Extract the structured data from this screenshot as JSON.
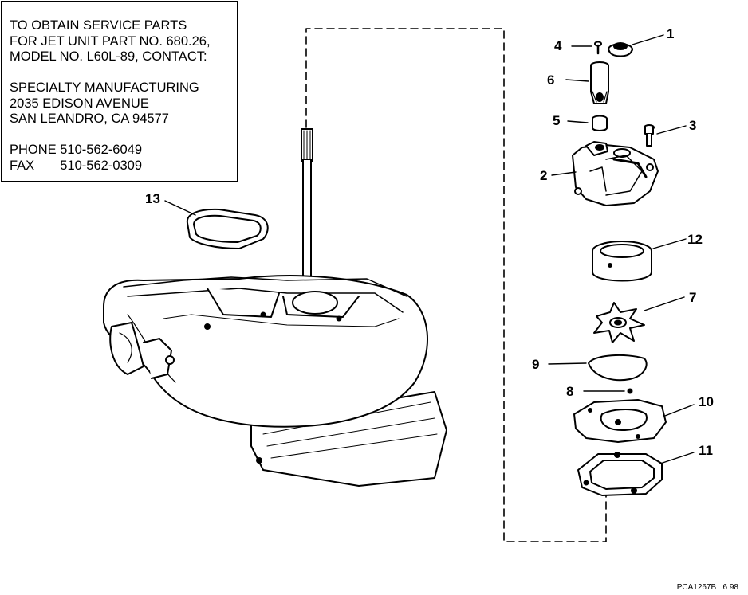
{
  "infobox": {
    "lines": [
      "TO OBTAIN SERVICE PARTS",
      "FOR JET UNIT PART NO. 680.26,",
      "MODEL NO. L60L-89, CONTACT:",
      "",
      "SPECIALTY MANUFACTURING",
      "2035 EDISON AVENUE",
      "SAN LEANDRO, CA 94577",
      "",
      "PHONE 510-562-6049",
      "FAX       510-562-0309"
    ]
  },
  "callouts": {
    "c1": "1",
    "c2": "2",
    "c3": "3",
    "c4": "4",
    "c5": "5",
    "c6": "6",
    "c7": "7",
    "c8": "8",
    "c9": "9",
    "c10": "10",
    "c11": "11",
    "c12": "12",
    "c13": "13"
  },
  "footer": {
    "code": "PCA1267B",
    "date": "6 98"
  }
}
